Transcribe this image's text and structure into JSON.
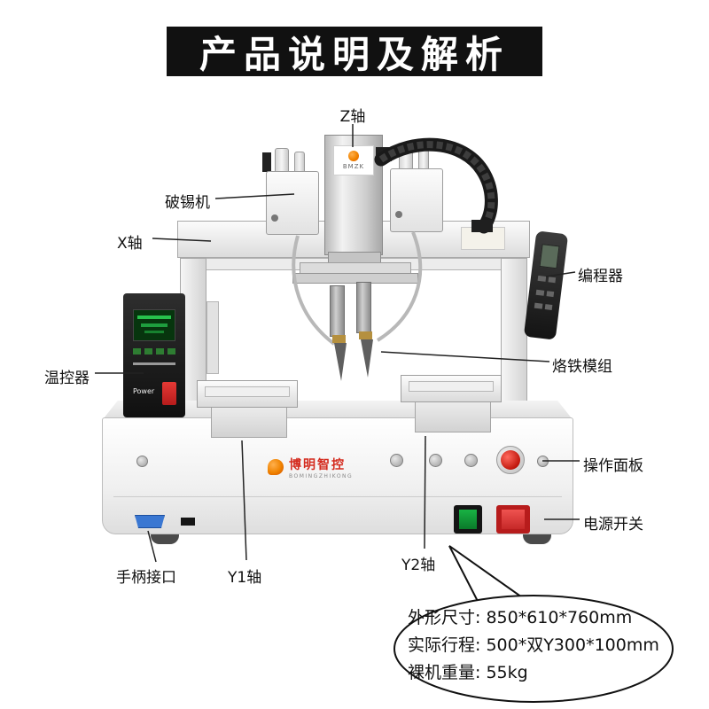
{
  "title": "产品说明及解析",
  "callouts": {
    "z_axis": "Z轴",
    "tin_breaker": "破锡机",
    "x_axis": "X轴",
    "programmer": "编程器",
    "temp_controller": "温控器",
    "iron_module": "烙铁模组",
    "operation_panel": "操作面板",
    "power_switch": "电源开关",
    "handle_port": "手柄接口",
    "y1_axis": "Y1轴",
    "y2_axis": "Y2轴"
  },
  "machine": {
    "head_plate_brand": "BMZK",
    "front_logo_cn": "博明智控",
    "front_logo_en": "BOMINGZHIKONG",
    "controller_power_label": "Power"
  },
  "specs": {
    "dimensions": "外形尺寸: 850*610*760mm",
    "travel": "实际行程: 500*双Y300*100mm",
    "weight": "裸机重量: 55kg"
  },
  "colors": {
    "banner_black": "#111111",
    "accent_orange": "#f08300",
    "brand_red": "#d42b1e",
    "estop_red": "#c1170c",
    "switch_green": "#0a8f2a",
    "switch_red": "#c21807",
    "vga_blue": "#3a77d2"
  }
}
